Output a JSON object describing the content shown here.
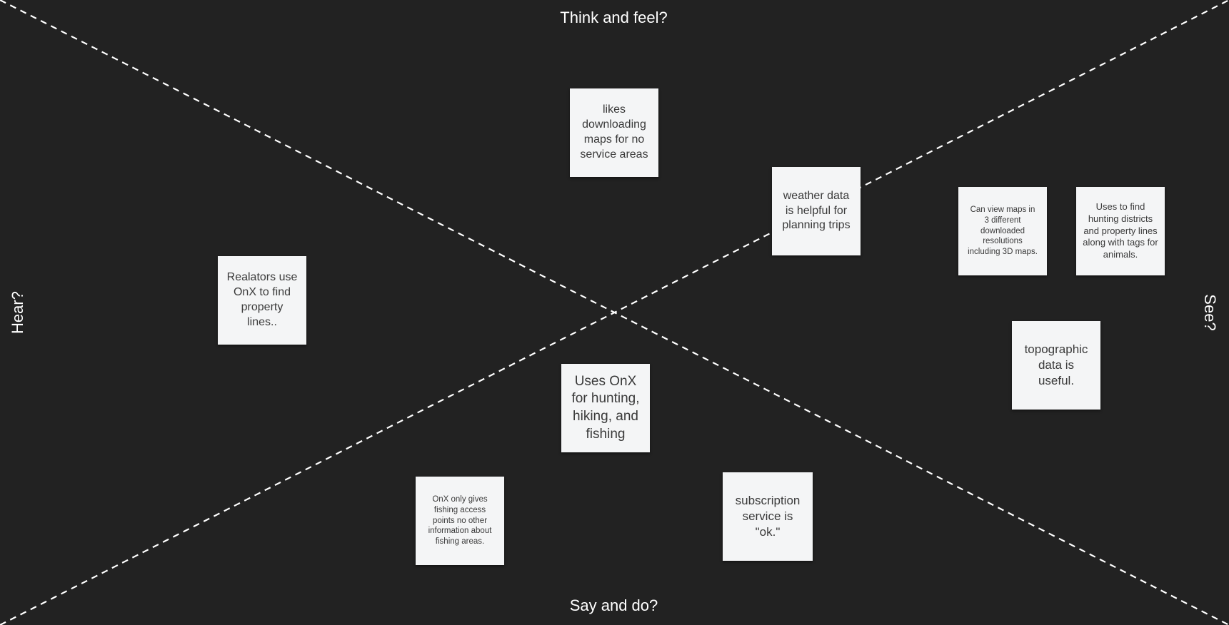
{
  "labels": {
    "top": "Think and feel?",
    "bottom": "Say and do?",
    "left": "Hear?",
    "right": "See?"
  },
  "colors": {
    "background": "#222222",
    "sticky": "#f4f5f6",
    "divider": "#ffffff"
  },
  "notes": [
    {
      "text": "likes downloading maps for no service areas"
    },
    {
      "text": "weather data is helpful for planning trips"
    },
    {
      "text": "Can view maps in 3 different downloaded resolutions including 3D maps."
    },
    {
      "text": "Uses to find hunting districts and property lines along with tags for animals."
    },
    {
      "text": "Realators use OnX to find property lines.."
    },
    {
      "text": "topographic data is useful."
    },
    {
      "text": "Uses OnX for hunting, hiking, and fishing"
    },
    {
      "text": "OnX only gives fishing access points no other information about fishing areas."
    },
    {
      "text": "subscription service is \"ok.\""
    }
  ]
}
